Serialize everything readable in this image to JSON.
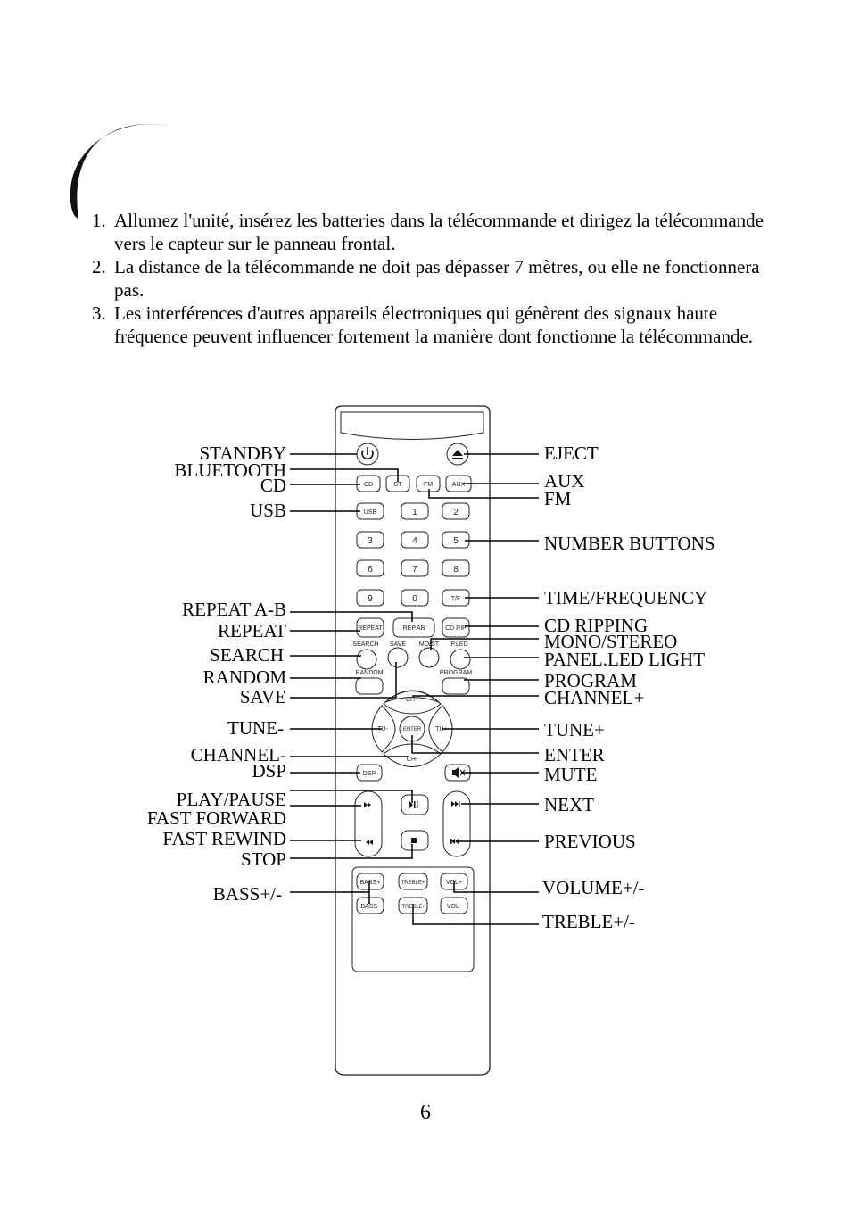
{
  "instructions": [
    {
      "num": "1.",
      "text": "Allumez l'unité, insérez les batteries dans la télécommande et dirigez la télécommande vers le capteur sur le panneau frontal."
    },
    {
      "num": "2.",
      "text": "La distance de la télécommande ne doit pas dépasser 7 mètres, ou elle ne fonctionnera pas."
    },
    {
      "num": "3.",
      "text": "Les interférences d'autres appareils électroniques qui génèrent des signaux haute fréquence peuvent influencer fortement la manière dont fonctionne la télécommande."
    }
  ],
  "remote": {
    "buttons": {
      "cd": "CD",
      "bt": "BT",
      "fm": "FM",
      "aux": "AUX",
      "usb": "USB",
      "n1": "1",
      "n2": "2",
      "n3": "3",
      "n4": "4",
      "n5": "5",
      "n6": "6",
      "n7": "7",
      "n8": "8",
      "n9": "9",
      "n0": "0",
      "tf": "T/F",
      "repeat": "REPEAT",
      "repab": "REP.AB",
      "cdrip": "CD RIP",
      "search": "SEARCH",
      "save": "SAVE",
      "most": "MO/ST",
      "pled": "P.LED",
      "random": "RANDOM",
      "program": "PROGRAM",
      "chplus": "CH+",
      "chminus": "CH-",
      "tuminus": "TU-",
      "tuplus": "TU+",
      "enter": "ENTER",
      "dsp": "DSP",
      "bassplus": "BASS+",
      "bassminus": "BASS-",
      "trebleplus": "TREBLE+",
      "trebleminus": "TREBLE-",
      "volplus": "VOL+",
      "volminus": "VOL-"
    }
  },
  "callouts": {
    "left": {
      "standby": "STANDBY",
      "bluetooth": "BLUETOOTH",
      "cd": "CD",
      "usb": "USB",
      "repeat_ab": "REPEAT A-B",
      "repeat": "REPEAT",
      "search": "SEARCH",
      "random": "RANDOM",
      "save": "SAVE",
      "tune_minus": "TUNE-",
      "channel_minus": "CHANNEL-",
      "dsp": "DSP",
      "play_pause": "PLAY/PAUSE",
      "fast_forward": "FAST FORWARD",
      "fast_rewind": "FAST REWIND",
      "stop": "STOP",
      "bass": "BASS+/-"
    },
    "right": {
      "eject": "EJECT",
      "aux": "AUX",
      "fm": "FM",
      "number_buttons": "NUMBER BUTTONS",
      "time_frequency": "TIME/FREQUENCY",
      "cd_ripping": "CD RIPPING",
      "mono_stereo": "MONO/STEREO",
      "panel_led": "PANEL.LED LIGHT",
      "program": "PROGRAM",
      "channel_plus": "CHANNEL+",
      "tune_plus": "TUNE+",
      "enter": "ENTER",
      "mute": "MUTE",
      "next": "NEXT",
      "previous": "PREVIOUS",
      "volume": "VOLUME+/-",
      "treble": "TREBLE+/-"
    }
  },
  "page_number": "6"
}
